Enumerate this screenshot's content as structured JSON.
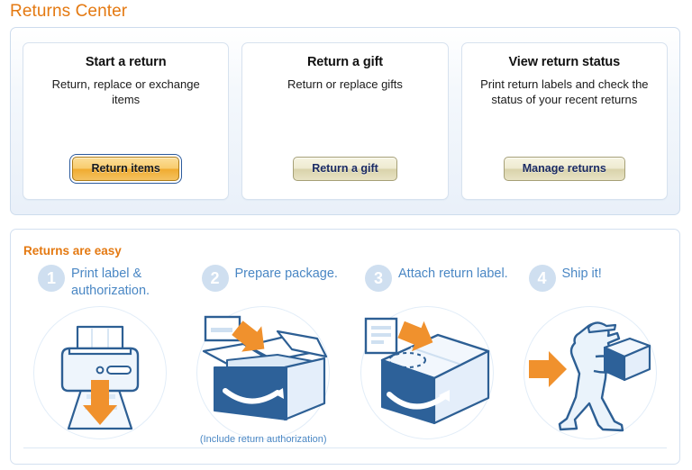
{
  "page": {
    "title": "Returns Center"
  },
  "cards": [
    {
      "title": "Start a return",
      "description": "Return, replace or exchange items",
      "button_label": "Return items",
      "button_style": "orange",
      "button_color": "#f0ab30"
    },
    {
      "title": "Return a gift",
      "description": "Return or replace gifts",
      "button_label": "Return a gift",
      "button_style": "beige",
      "button_color": "#d9d3ab"
    },
    {
      "title": "View return status",
      "description": "Print return labels and check the status of your recent returns",
      "button_label": "Manage returns",
      "button_style": "beige",
      "button_color": "#d9d3ab"
    }
  ],
  "easy": {
    "heading": "Returns are easy",
    "steps": [
      {
        "number": "1",
        "label": "Print label & authorization.",
        "illustration": "printer-with-down-arrow-icon",
        "caption": ""
      },
      {
        "number": "2",
        "label": "Prepare package.",
        "illustration": "open-box-with-label-arrow-icon",
        "caption": "(Include return authorization)"
      },
      {
        "number": "3",
        "label": "Attach return label.",
        "illustration": "closed-box-with-label-arrow-icon",
        "caption": ""
      },
      {
        "number": "4",
        "label": "Ship it!",
        "illustration": "person-carrying-box-icon",
        "caption": ""
      }
    ]
  },
  "colors": {
    "accent_orange": "#e47911",
    "step_blue": "#4a87c4",
    "art_blue_dark": "#2d5f94",
    "art_blue_fill": "#e8f1fa",
    "art_orange": "#f0912d",
    "panel_border": "#cddced"
  }
}
